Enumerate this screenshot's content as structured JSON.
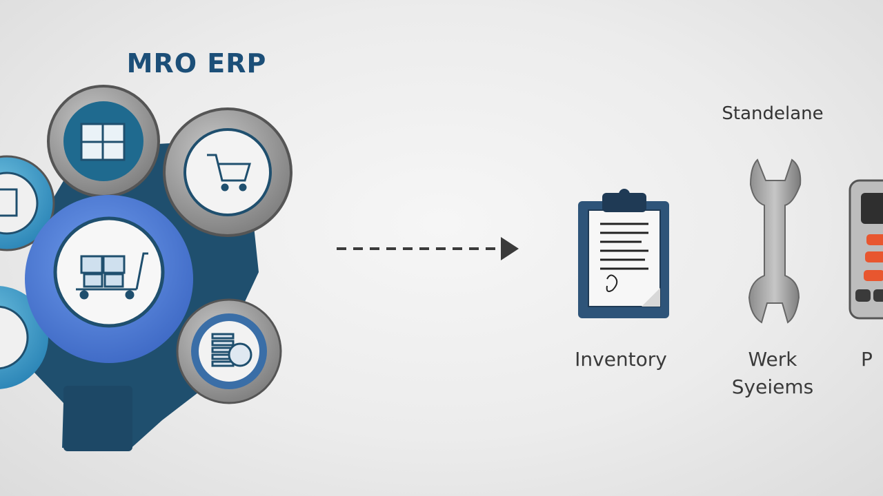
{
  "title": "MRO ERP",
  "standalone_heading": "Standelane",
  "tools": [
    {
      "label_line1": "Inventory",
      "label_line2": ""
    },
    {
      "label_line1": "Werk",
      "label_line2": "Syeiems"
    },
    {
      "label_line1": "P",
      "label_line2": ""
    }
  ],
  "colors": {
    "title": "#1c4f78",
    "gear_dark": "#1f4f6e",
    "hub_blue": "#4f7fd8",
    "teal": "#2f8fbf",
    "gray_nodes": "#8a8a8a"
  }
}
